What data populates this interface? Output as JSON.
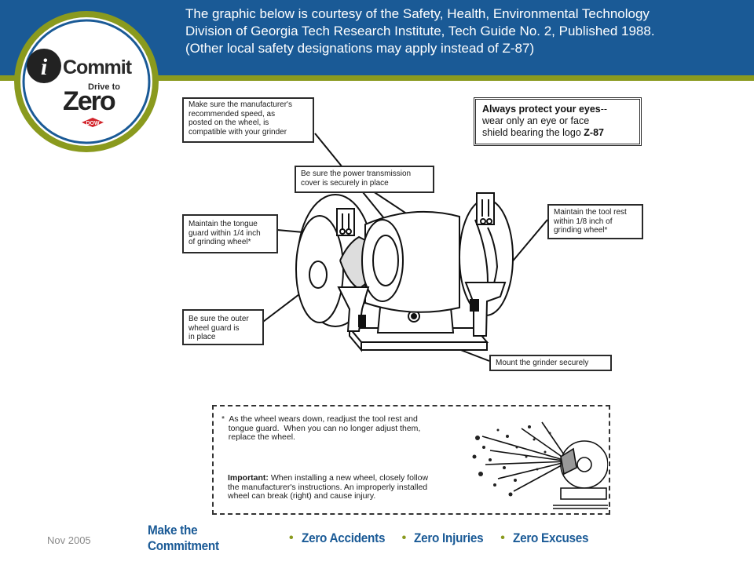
{
  "header": {
    "lines": [
      "The graphic below is courtesy of the Safety, Health, Environmental Technology",
      "Division of Georgia Tech Research Institute, Tech Guide No. 2, Published 1988.",
      "(Other local safety designations may apply instead of Z-87)"
    ]
  },
  "logo": {
    "i": "i",
    "commit": "Commit",
    "drive_to": "Drive to",
    "zero": "Zero",
    "dow": "DOW"
  },
  "callouts": {
    "speed": [
      "Make sure the manufacturer's",
      "recommended speed, as",
      "posted on the wheel, is",
      "compatible with your grinder"
    ],
    "cover": [
      "Be sure the power transmission",
      "cover is securely in place"
    ],
    "tongue": [
      "Maintain the tongue",
      "guard within 1/4 inch",
      "of grinding wheel*"
    ],
    "toolrest": [
      "Maintain the tool rest",
      "within 1/8 inch of",
      "grinding wheel*"
    ],
    "outer": [
      "Be sure the outer",
      "wheel guard is",
      "in place"
    ],
    "mount": "Mount the grinder securely"
  },
  "eye_box": {
    "bold": "Always protect your eyes",
    "dashes": "--",
    "line2": "wear only an eye or face",
    "line3_prefix": "shield bearing the logo ",
    "logo": "Z-87"
  },
  "note": {
    "star_lines": [
      "*  As the wheel wears down, readjust the tool rest and",
      "   tongue guard.  When you can no longer adjust them,",
      "   replace the wheel."
    ],
    "important_label": "Important:",
    "important_lines": [
      " When installing a new wheel, closely follow",
      "the manufacturer's instructions.  An improperly installed",
      "wheel can break (right) and cause injury."
    ]
  },
  "footer": {
    "date": "Nov 2005",
    "items": [
      "Make the Commitment",
      "Zero Accidents",
      "Zero Injuries",
      "Zero Excuses"
    ],
    "separator": "•"
  },
  "colors": {
    "header_blue": "#1a5a96",
    "accent_olive": "#8a9a1e",
    "logo_red": "#d2232a"
  }
}
